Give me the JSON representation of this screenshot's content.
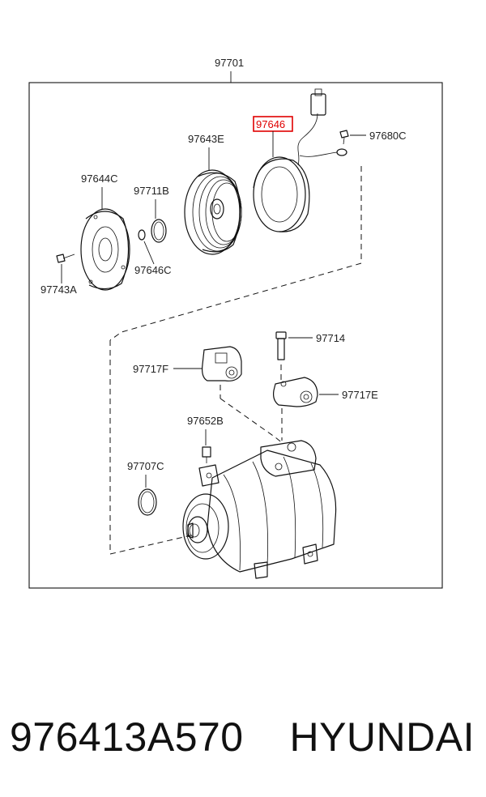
{
  "diagram": {
    "callouts": {
      "assembly": "97701",
      "highlighted": "97646",
      "c97643E": "97643E",
      "c97680C": "97680C",
      "c97644C": "97644C",
      "c97711B": "97711B",
      "c97646C": "97646C",
      "c97743A": "97743A",
      "c97714": "97714",
      "c97717F": "97717F",
      "c97717E": "97717E",
      "c97652B": "97652B",
      "c97707C": "97707C"
    },
    "highlight_color": "#e00000"
  },
  "footer": {
    "part_number": "976413A570",
    "brand": "HYUNDAI"
  }
}
